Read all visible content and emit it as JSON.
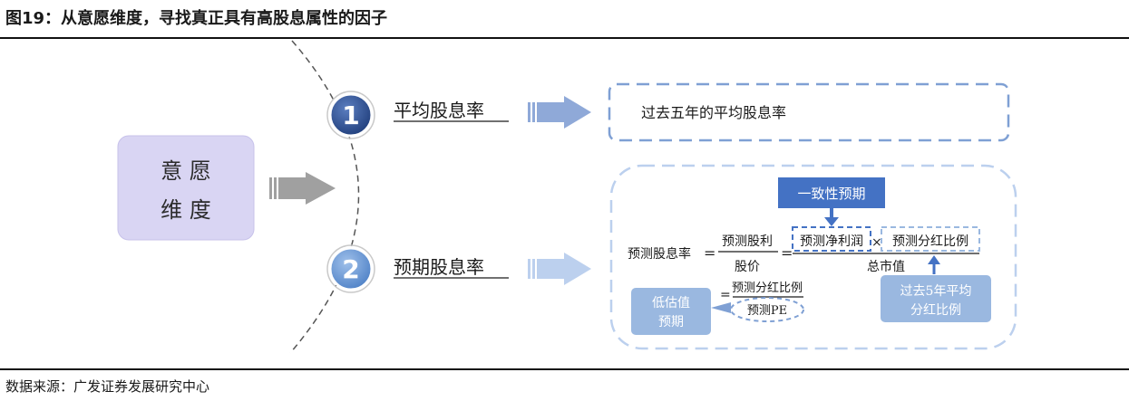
{
  "figure": {
    "title": "图19：从意愿维度，寻找真正具有高股息属性的因子",
    "source": "数据来源：广发证券发展研究中心"
  },
  "center_box": {
    "line1": "意 愿",
    "line2": "维 度"
  },
  "item1": {
    "number": "1",
    "label": "平均股息率",
    "description": "过去五年的平均股息率"
  },
  "item2": {
    "number": "2",
    "label": "预期股息率",
    "consensus_tag": "一致性预期",
    "formula": {
      "lhs": "预测股息率",
      "equals": "=",
      "frac1_num": "预测股利",
      "frac1_den": "股价",
      "equals2": "=",
      "frac2_num_a": "预测净利润",
      "times": "×",
      "frac2_num_b": "预测分红比例",
      "frac2_den": "总市值"
    },
    "low_val_tag_line1": "低估值",
    "low_val_tag_line2": "预期",
    "frac3_num": "预测分红比例",
    "frac3_den": "预测PE",
    "history_tag_line1": "过去5年平均",
    "history_tag_line2": "分红比例"
  },
  "colors": {
    "navy": "#2f4e8c",
    "dash_blue": "#7fa0d4",
    "lavender": "#d9d5f3",
    "gray_arrow": "#a0a0a0",
    "arrow_blue": "#8fa9d8",
    "arrow_light": "#bcd0ee",
    "tag_dark": "#4472c4",
    "tag_light": "#9ab8e0"
  }
}
